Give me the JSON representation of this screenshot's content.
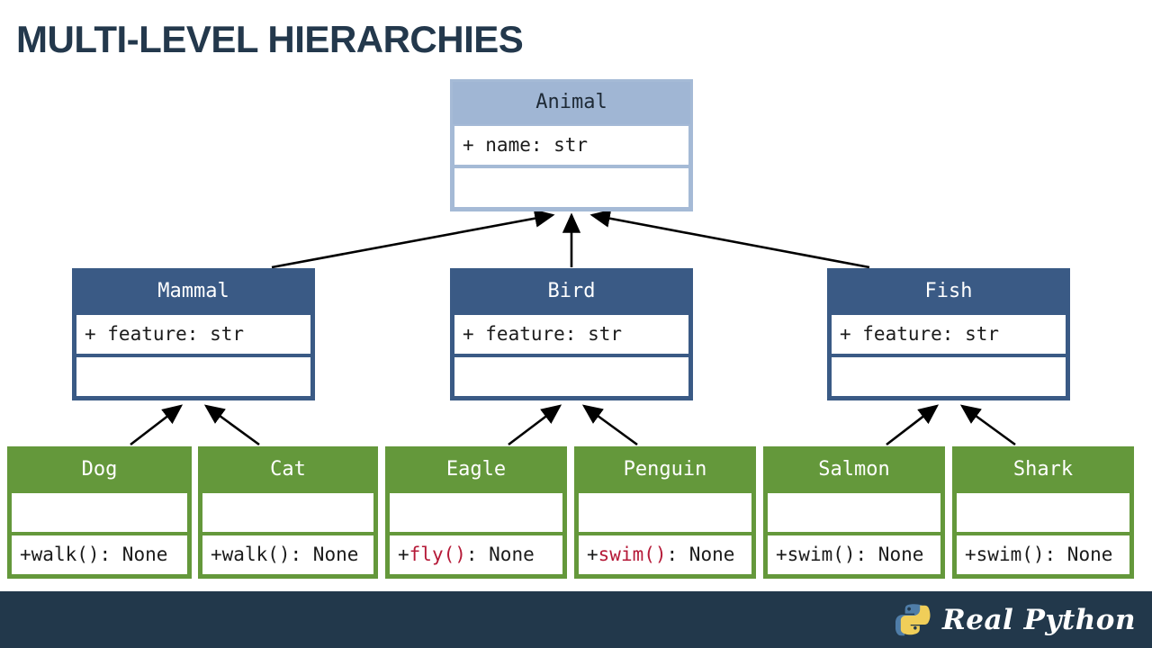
{
  "slide": {
    "title": "MULTI-LEVEL HIERARCHIES",
    "title_color": "#23384c",
    "background": "#ffffff"
  },
  "palette": {
    "root_fill": "#a0b6d4",
    "root_border": "#a5bad6",
    "mid_fill": "#3a5a85",
    "mid_border": "#3a5a85",
    "leaf_fill": "#64983b",
    "leaf_border": "#64983b",
    "highlight_text": "#b51a38",
    "footer": "#22384b"
  },
  "diagram": {
    "type": "uml-class-hierarchy",
    "levels": 3,
    "classes": {
      "animal": {
        "name": "Animal",
        "attributes": "+ name: str",
        "methods": ""
      },
      "mammal": {
        "name": "Mammal",
        "attributes": "+ feature: str",
        "methods": ""
      },
      "bird": {
        "name": "Bird",
        "attributes": "+ feature: str",
        "methods": ""
      },
      "fish": {
        "name": "Fish",
        "attributes": "+ feature: str",
        "methods": ""
      },
      "dog": {
        "name": "Dog",
        "attributes": "",
        "method_prefix": "+ ",
        "method_call": "walk()",
        "method_suffix": ": None",
        "method_highlighted": false
      },
      "cat": {
        "name": "Cat",
        "attributes": "",
        "method_prefix": "+ ",
        "method_call": "walk()",
        "method_suffix": ": None",
        "method_highlighted": false
      },
      "eagle": {
        "name": "Eagle",
        "attributes": "",
        "method_prefix": "+ ",
        "method_call": "fly()",
        "method_suffix": ": None",
        "method_highlighted": true
      },
      "penguin": {
        "name": "Penguin",
        "attributes": "",
        "method_prefix": "+ ",
        "method_call": "swim()",
        "method_suffix": ": None",
        "method_highlighted": true
      },
      "salmon": {
        "name": "Salmon",
        "attributes": "",
        "method_prefix": "+ ",
        "method_call": "swim()",
        "method_suffix": ": None",
        "method_highlighted": false
      },
      "shark": {
        "name": "Shark",
        "attributes": "",
        "method_prefix": "+ ",
        "method_call": "swim()",
        "method_suffix": ": None",
        "method_highlighted": false
      }
    },
    "inheritance": [
      {
        "child": "Mammal",
        "parent": "Animal"
      },
      {
        "child": "Bird",
        "parent": "Animal"
      },
      {
        "child": "Fish",
        "parent": "Animal"
      },
      {
        "child": "Dog",
        "parent": "Mammal"
      },
      {
        "child": "Cat",
        "parent": "Mammal"
      },
      {
        "child": "Eagle",
        "parent": "Bird"
      },
      {
        "child": "Penguin",
        "parent": "Bird"
      },
      {
        "child": "Salmon",
        "parent": "Fish"
      },
      {
        "child": "Shark",
        "parent": "Fish"
      }
    ]
  },
  "footer": {
    "brand": "Real Python",
    "logo": "python-logo"
  }
}
